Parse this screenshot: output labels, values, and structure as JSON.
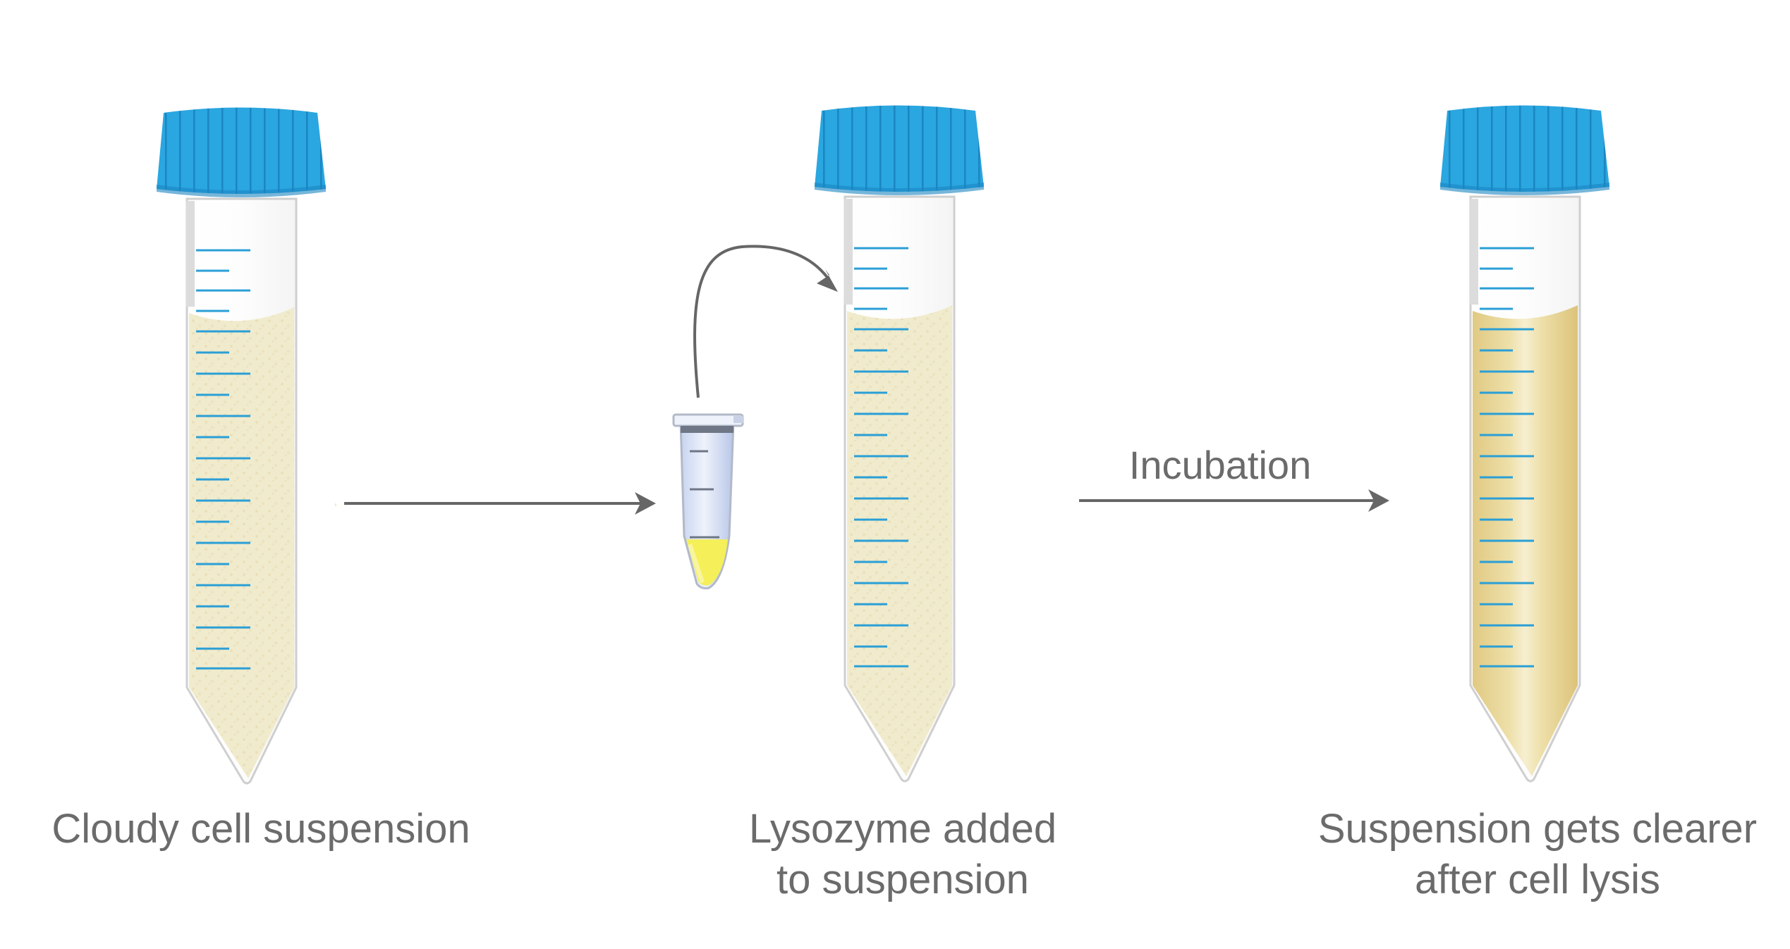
{
  "captions": {
    "step1": {
      "line1": "Cloudy cell suspension"
    },
    "step2": {
      "line1": "Lysozyme added",
      "line2": "to suspension"
    },
    "step3": {
      "line1": "Suspension gets clearer",
      "line2": "after cell lysis"
    }
  },
  "arrow_label": "Incubation",
  "colors": {
    "cap": "#2aa6e0",
    "cap_stripe": "#1b86c1",
    "graduation": "#2a9fd6",
    "cloudy_liquid": "#f1ebcd",
    "clear_liquid": "#e8d596",
    "lysozyme": "#f5ef59",
    "arrow": "#666666",
    "text": "#6b6b6b"
  },
  "icons": [
    "falcon-tube-icon",
    "microcentrifuge-tube-icon",
    "arrow-icon"
  ]
}
